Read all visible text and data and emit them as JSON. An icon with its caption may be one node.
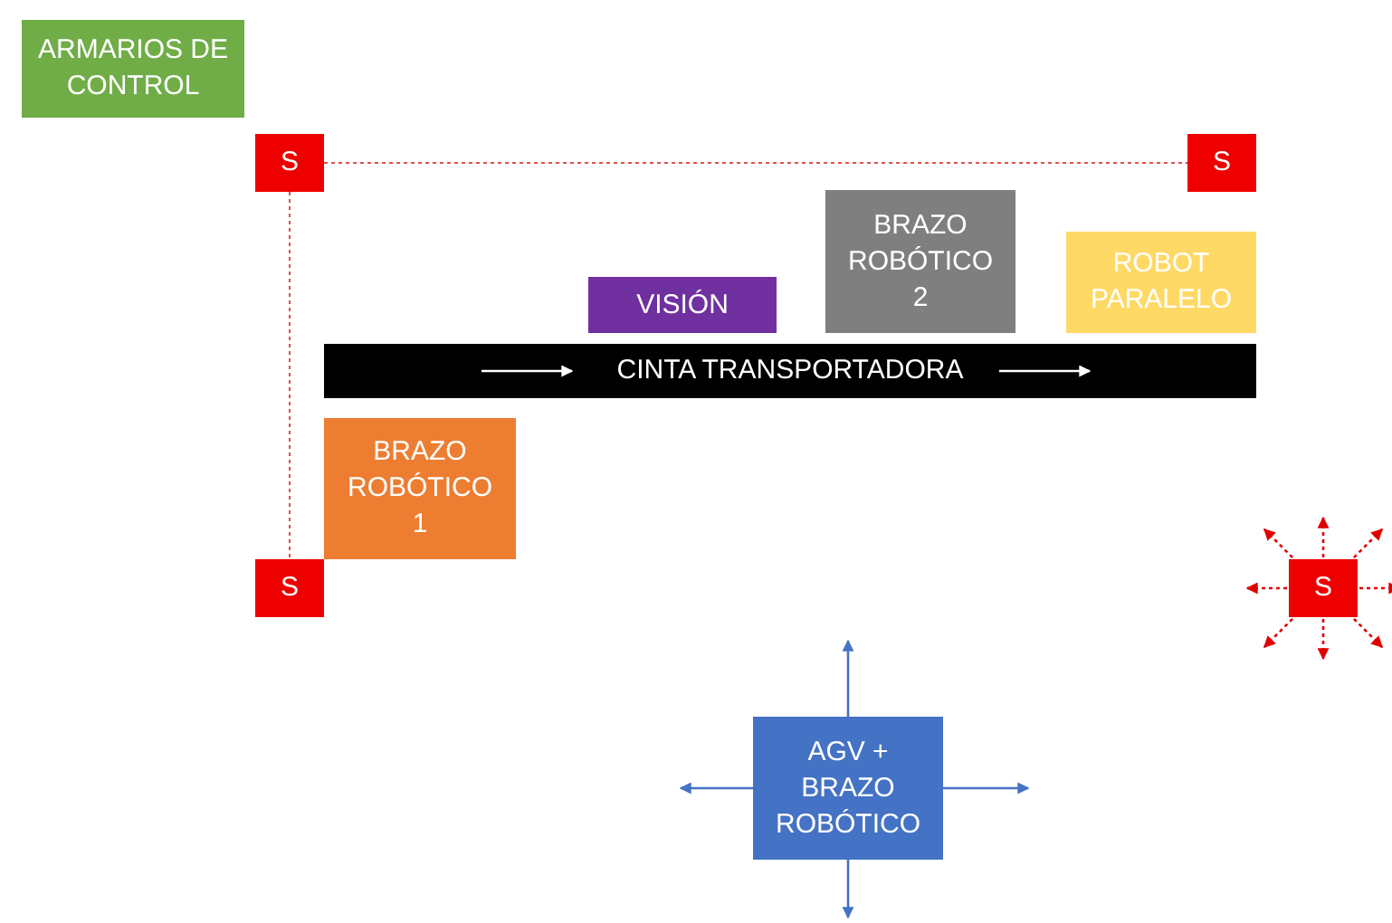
{
  "diagram": {
    "nodes": [
      {
        "text": [
          "ARMARIOS DE CONTROL"
        ]
      },
      {
        "text": [
          "S"
        ]
      },
      {
        "text": [
          "S"
        ]
      },
      {
        "text": [
          "VISIÓN"
        ]
      },
      {
        "text": [
          "BRAZO ROBÓTICO 2"
        ]
      },
      {
        "text": [
          "ROBOT PARALELO"
        ]
      },
      {
        "text": [
          "CINTA TRANSPORTADORA"
        ]
      },
      {
        "text": [
          "BRAZO ROBÓTICO 1"
        ]
      },
      {
        "text": [
          "S"
        ]
      },
      {
        "text": [
          "S"
        ]
      },
      {
        "text": [
          "AGV + BRAZO ROBÓTICO"
        ]
      }
    ],
    "edges": [
      {
        "from": 1,
        "to": 2,
        "arrow": "none",
        "style": "dashed"
      },
      {
        "from": 1,
        "to": 8,
        "arrow": "none",
        "style": "dashed"
      }
    ]
  }
}
